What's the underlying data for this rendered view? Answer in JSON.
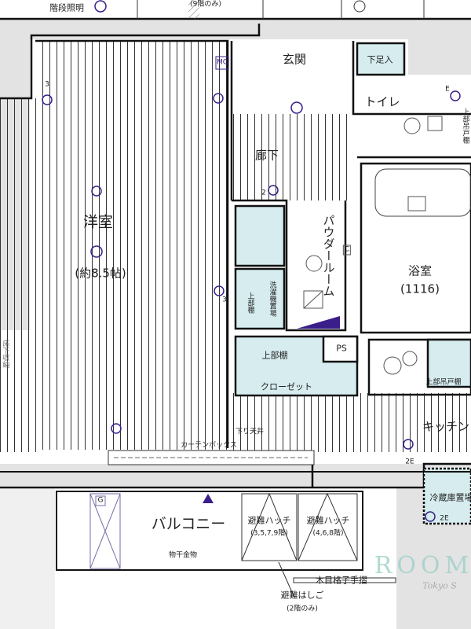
{
  "title": "Floor plan",
  "labels": {
    "stair_light": "階段照明",
    "floor9_only": "(9階のみ)",
    "entrance": "玄関",
    "shoe_storage": "下足入",
    "mc": "MC",
    "toilet": "トイレ",
    "corridor": "廊下",
    "western_room": "洋室",
    "western_room_size": "(約8.5帖)",
    "powder_room": "パウダールーム",
    "c_mark": "C",
    "bathroom": "浴室",
    "bathroom_size": "(1116)",
    "washer_space": "洗濯機置場",
    "upper_shelf_small": "上部棚",
    "upper_shelf": "上部棚",
    "ps": "PS",
    "closet": "クローゼット",
    "upper_cabinet": "上部吊戸棚",
    "toilet_upper_cabinet": "上部吊戸棚",
    "lowered_ceiling": "下り天井",
    "kitchen": "キッチン",
    "curtain_box": "カーテンボックス",
    "fridge_space": "冷蔵庫置場",
    "balcony": "バルコニー",
    "hatch_1": "避難ハッチ",
    "hatch_1_floors": "(3,5,7,9階)",
    "hatch_2": "避難ハッチ",
    "hatch_2_floors": "(4,6,8階)",
    "laundry_hardware": "物干金物",
    "wood_lattice_rail": "木目格子手摺",
    "escape_ladder": "避難はしご",
    "floor2_only": "(2階のみ)",
    "g_mark": "G",
    "side_note": "床下収納",
    "num_3a": "3",
    "num_3b": "3",
    "num_2": "2",
    "e_mark": "E",
    "num_2e_a": "2E",
    "num_2e_b": "2E"
  },
  "watermark": {
    "brand": "ROOM",
    "sub": "Tokyo S"
  },
  "colors": {
    "wall": "#111111",
    "fixture": "#3a1f8a",
    "tint": "#d6ecef",
    "gray": "#e3e3e3"
  }
}
